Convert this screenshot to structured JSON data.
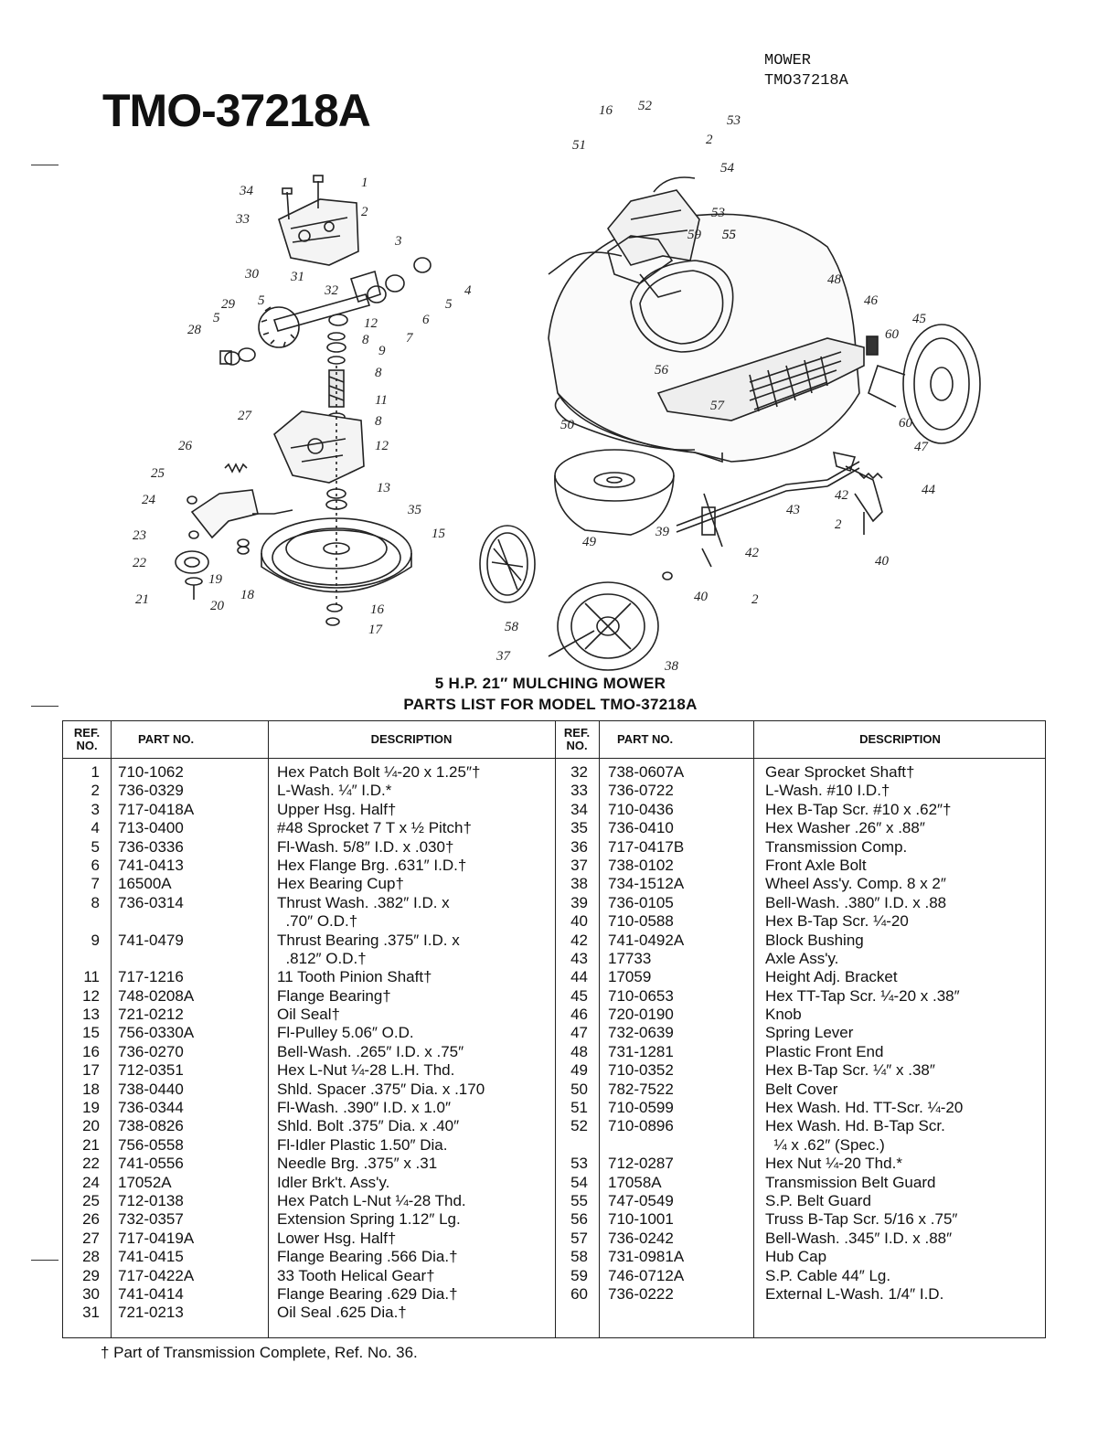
{
  "header": {
    "model_title": "TMO-37218A",
    "corner_line1": "MOWER",
    "corner_line2": "TMO37218A"
  },
  "titles": {
    "line1": "5 H.P. 21″ MULCHING MOWER",
    "line2": "PARTS LIST FOR MODEL TMO-37218A"
  },
  "table": {
    "headers": {
      "ref_left": "REF. NO.",
      "part_left": "PART NO.",
      "desc_left": "DESCRIPTION",
      "ref_right": "REF. NO.",
      "part_right": "PART NO.",
      "desc_right": "DESCRIPTION"
    },
    "left_rows": [
      {
        "ref": "1",
        "part": "710-1062",
        "desc": "Hex Patch Bolt ¼-20 x 1.25″†"
      },
      {
        "ref": "2",
        "part": "736-0329",
        "desc": "L-Wash. ¼″ I.D.*"
      },
      {
        "ref": "3",
        "part": "717-0418A",
        "desc": "Upper Hsg. Half†"
      },
      {
        "ref": "4",
        "part": "713-0400",
        "desc": "#48 Sprocket 7 T x ½ Pitch†"
      },
      {
        "ref": "5",
        "part": "736-0336",
        "desc": "Fl-Wash. 5/8″ I.D. x .030†"
      },
      {
        "ref": "6",
        "part": "741-0413",
        "desc": "Hex Flange Brg. .631″ I.D.†"
      },
      {
        "ref": "7",
        "part": "16500A",
        "desc": "Hex Bearing Cup†"
      },
      {
        "ref": "8",
        "part": "736-0314",
        "desc": "Thrust Wash. .382″ I.D. x"
      },
      {
        "ref": "",
        "part": "",
        "desc": "  .70″ O.D.†"
      },
      {
        "ref": "9",
        "part": "741-0479",
        "desc": "Thrust Bearing .375″ I.D. x"
      },
      {
        "ref": "",
        "part": "",
        "desc": "  .812″ O.D.†"
      },
      {
        "ref": "11",
        "part": "717-1216",
        "desc": "11 Tooth Pinion Shaft†"
      },
      {
        "ref": "12",
        "part": "748-0208A",
        "desc": "Flange Bearing†"
      },
      {
        "ref": "13",
        "part": "721-0212",
        "desc": "Oil Seal†"
      },
      {
        "ref": "15",
        "part": "756-0330A",
        "desc": "Fl-Pulley 5.06″ O.D."
      },
      {
        "ref": "16",
        "part": "736-0270",
        "desc": "Bell-Wash. .265″ I.D. x .75″"
      },
      {
        "ref": "17",
        "part": "712-0351",
        "desc": "Hex L-Nut ¼-28 L.H. Thd."
      },
      {
        "ref": "18",
        "part": "738-0440",
        "desc": "Shld. Spacer .375″ Dia. x .170"
      },
      {
        "ref": "19",
        "part": "736-0344",
        "desc": "Fl-Wash. .390″ I.D. x 1.0″"
      },
      {
        "ref": "20",
        "part": "738-0826",
        "desc": "Shld. Bolt .375″ Dia. x .40″"
      },
      {
        "ref": "21",
        "part": "756-0558",
        "desc": "Fl-Idler Plastic 1.50″ Dia."
      },
      {
        "ref": "22",
        "part": "741-0556",
        "desc": "Needle Brg. .375″ x .31"
      },
      {
        "ref": "24",
        "part": "17052A",
        "desc": "Idler Brk't. Ass'y."
      },
      {
        "ref": "25",
        "part": "712-0138",
        "desc": "Hex Patch L-Nut ¼-28 Thd."
      },
      {
        "ref": "26",
        "part": "732-0357",
        "desc": "Extension Spring 1.12″ Lg."
      },
      {
        "ref": "27",
        "part": "717-0419A",
        "desc": "Lower Hsg. Half†"
      },
      {
        "ref": "28",
        "part": "741-0415",
        "desc": "Flange Bearing .566 Dia.†"
      },
      {
        "ref": "29",
        "part": "717-0422A",
        "desc": "33 Tooth Helical Gear†"
      },
      {
        "ref": "30",
        "part": "741-0414",
        "desc": "Flange Bearing .629 Dia.†"
      },
      {
        "ref": "31",
        "part": "721-0213",
        "desc": "Oil Seal .625 Dia.†"
      }
    ],
    "right_rows": [
      {
        "ref": "32",
        "part": "738-0607A",
        "desc": "Gear Sprocket Shaft†"
      },
      {
        "ref": "33",
        "part": "736-0722",
        "desc": "L-Wash. #10 I.D.†"
      },
      {
        "ref": "34",
        "part": "710-0436",
        "desc": "Hex B-Tap Scr. #10 x .62″†"
      },
      {
        "ref": "35",
        "part": "736-0410",
        "desc": "Hex Washer .26″ x .88″"
      },
      {
        "ref": "36",
        "part": "717-0417B",
        "desc": "Transmission Comp."
      },
      {
        "ref": "37",
        "part": "738-0102",
        "desc": "Front Axle Bolt"
      },
      {
        "ref": "38",
        "part": "734-1512A",
        "desc": "Wheel Ass'y. Comp. 8 x 2″"
      },
      {
        "ref": "39",
        "part": "736-0105",
        "desc": "Bell-Wash. .380″ I.D. x .88"
      },
      {
        "ref": "40",
        "part": "710-0588",
        "desc": "Hex B-Tap Scr. ¼-20"
      },
      {
        "ref": "42",
        "part": "741-0492A",
        "desc": "Block Bushing"
      },
      {
        "ref": "43",
        "part": "17733",
        "desc": "Axle Ass'y."
      },
      {
        "ref": "44",
        "part": "17059",
        "desc": "Height Adj. Bracket"
      },
      {
        "ref": "45",
        "part": "710-0653",
        "desc": "Hex TT-Tap Scr. ¼-20 x .38″"
      },
      {
        "ref": "46",
        "part": "720-0190",
        "desc": "Knob"
      },
      {
        "ref": "47",
        "part": "732-0639",
        "desc": "Spring Lever"
      },
      {
        "ref": "48",
        "part": "731-1281",
        "desc": "Plastic Front End"
      },
      {
        "ref": "49",
        "part": "710-0352",
        "desc": "Hex B-Tap Scr. ¼″ x .38″"
      },
      {
        "ref": "50",
        "part": "782-7522",
        "desc": "Belt Cover"
      },
      {
        "ref": "51",
        "part": "710-0599",
        "desc": "Hex Wash. Hd. TT-Scr. ¼-20"
      },
      {
        "ref": "52",
        "part": "710-0896",
        "desc": "Hex Wash. Hd. B-Tap Scr."
      },
      {
        "ref": "",
        "part": "",
        "desc": "  ¼ x .62″ (Spec.)"
      },
      {
        "ref": "53",
        "part": "712-0287",
        "desc": "Hex Nut ¼-20 Thd.*"
      },
      {
        "ref": "54",
        "part": "17058A",
        "desc": "Transmission Belt Guard"
      },
      {
        "ref": "55",
        "part": "747-0549",
        "desc": "S.P. Belt Guard"
      },
      {
        "ref": "56",
        "part": "710-1001",
        "desc": "Truss B-Tap Scr. 5/16 x .75″"
      },
      {
        "ref": "57",
        "part": "736-0242",
        "desc": "Bell-Wash. .345″ I.D. x .88″"
      },
      {
        "ref": "58",
        "part": "731-0981A",
        "desc": "Hub Cap"
      },
      {
        "ref": "59",
        "part": "746-0712A",
        "desc": "S.P. Cable 44″ Lg."
      },
      {
        "ref": "60",
        "part": "736-0222",
        "desc": "External L-Wash. 1/4″ I.D."
      }
    ]
  },
  "footnote": "† Part of Transmission Complete, Ref. No. 36.",
  "callouts": {
    "trans": [
      "1",
      "2",
      "3",
      "4",
      "5",
      "6",
      "7",
      "8",
      "9",
      "8",
      "11",
      "8",
      "12",
      "12",
      "13",
      "35",
      "15",
      "16",
      "17",
      "18",
      "19",
      "20",
      "21",
      "22",
      "23",
      "24",
      "25",
      "26",
      "27",
      "28",
      "29",
      "5",
      "30",
      "31",
      "32",
      "33",
      "34",
      "5"
    ],
    "deck": [
      "16",
      "52",
      "53",
      "2",
      "51",
      "54",
      "53",
      "55",
      "59",
      "55",
      "48",
      "46",
      "60",
      "45",
      "56",
      "57",
      "60",
      "47",
      "50",
      "44",
      "42",
      "43",
      "2",
      "40",
      "49",
      "39",
      "42",
      "40",
      "2",
      "58",
      "37",
      "38"
    ]
  }
}
